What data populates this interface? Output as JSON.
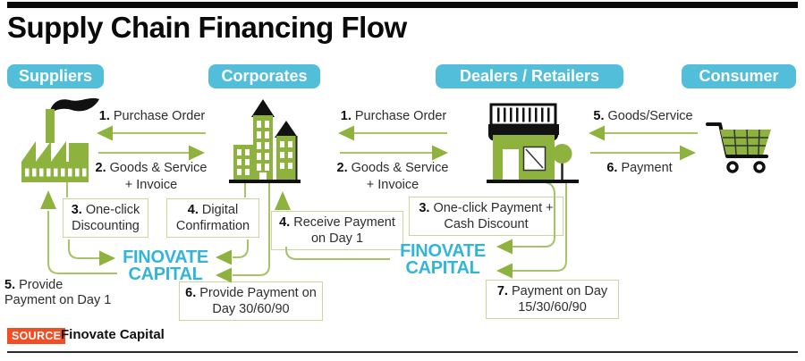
{
  "title": "Supply Chain Financing Flow",
  "badges": {
    "suppliers": "Suppliers",
    "corporates": "Corporates",
    "dealers": "Dealers / Retailers",
    "consumer": "Consumer"
  },
  "flows": {
    "s1_purchase": {
      "num": "1.",
      "text": "Purchase Order"
    },
    "s1_goods": {
      "num": "2.",
      "text": "Goods & Service",
      "text2": "+ Invoice"
    },
    "s2_purchase": {
      "num": "1.",
      "text": "Purchase Order"
    },
    "s2_goods": {
      "num": "2.",
      "text": "Goods & Service",
      "text2": "+ Invoice"
    },
    "s3_goods": {
      "num": "5.",
      "text": "Goods/Service"
    },
    "s3_payment": {
      "num": "6.",
      "text": "Payment"
    }
  },
  "boxes": {
    "one_click_discounting": {
      "num": "3.",
      "line1": "One-click",
      "line2": "Discounting"
    },
    "digital_confirmation": {
      "num": "4.",
      "line1": "Digital",
      "line2": "Confirmation"
    },
    "receive_payment": {
      "num": "4.",
      "line1": "Receive Payment",
      "line2": "on Day 1"
    },
    "one_click_payment": {
      "num": "3.",
      "line1": "One-click Payment +",
      "line2": "Cash Discount"
    },
    "provide_payment_30": {
      "num": "6.",
      "line1": "Provide Payment on",
      "line2": "Day 30/60/90"
    },
    "payment_15": {
      "num": "7.",
      "line1": "Payment on Day",
      "line2": "15/30/60/90"
    }
  },
  "labels": {
    "provide_day1": {
      "num": "5.",
      "line1": "Provide",
      "line2": "Payment on Day 1"
    }
  },
  "finovate": {
    "line1": "FINOVATE",
    "line2": "CAPITAL"
  },
  "source": {
    "label": "SOURCE",
    "text": "Finovate Capital"
  },
  "colors": {
    "cyan": "#53bed9",
    "finovate_cyan": "#33b5da",
    "green": "#8db33e",
    "line_green": "#a8c266",
    "box_border": "#c8d79d",
    "orange": "#f04e23"
  }
}
